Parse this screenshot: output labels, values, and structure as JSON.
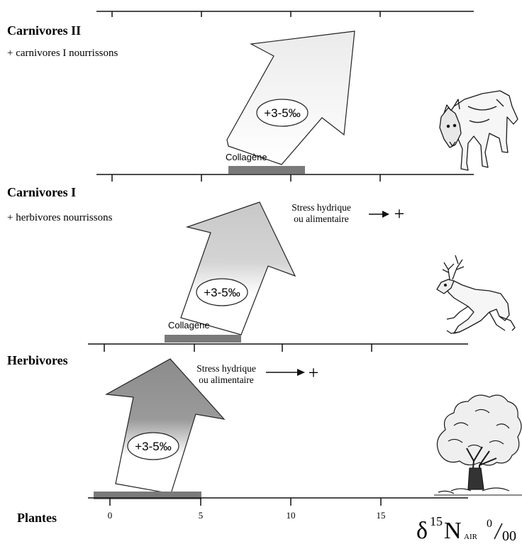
{
  "levels": {
    "carnivores2": {
      "title": "Carnivores II",
      "subtitle": "+ carnivores I nourrissons"
    },
    "carnivores1": {
      "title": "Carnivores I",
      "subtitle": "+ herbivores nourrissons"
    },
    "herbivores": {
      "title": "Herbivores"
    },
    "plantes": {
      "title": "Plantes"
    }
  },
  "enrichment_label": "+3-5‰",
  "collagen_label": "Collagène",
  "stress": {
    "line1": "Stress hydrique",
    "line2": "ou alimentaire",
    "plus": "+"
  },
  "axis": {
    "ticks": [
      "0",
      "5",
      "10",
      "15"
    ],
    "label_delta": "δ",
    "label_mass": "15",
    "label_element": "N",
    "label_ref": "AIR",
    "label_unit_num": "0",
    "label_unit_den": "00"
  },
  "icons": [
    "wolf-icon",
    "deer-icon",
    "tree-icon"
  ],
  "colors": {
    "ink": "#111111",
    "bar": "#7a7a7a",
    "arrow_dark": "#8c8c8c",
    "arrow_mid": "#c4c4c4",
    "arrow_light": "#f0f0f0"
  }
}
